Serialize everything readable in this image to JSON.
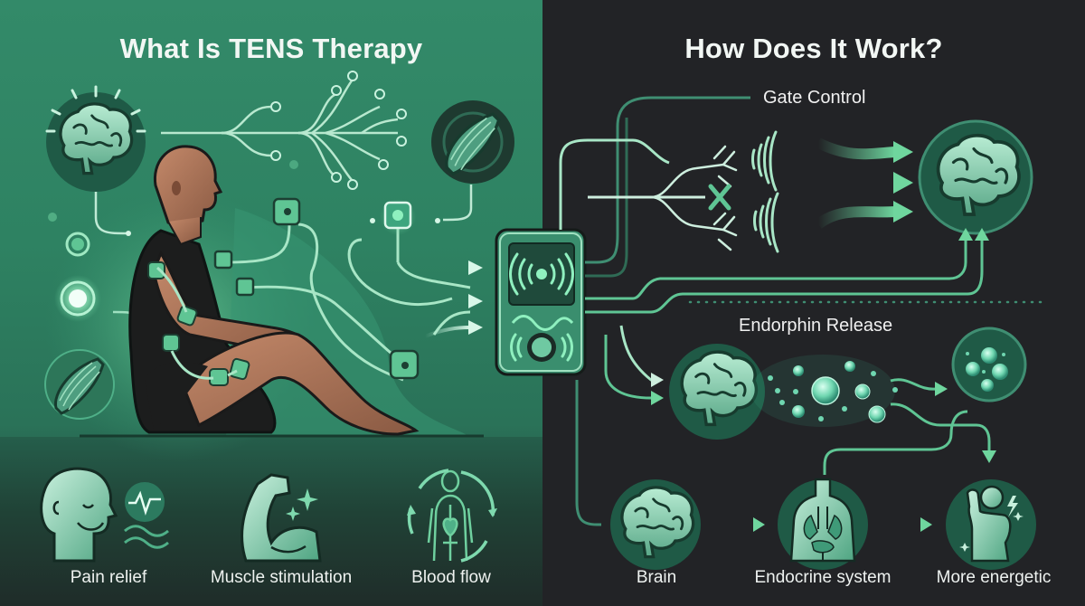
{
  "left": {
    "title": "What Is TENS Therapy",
    "benefits": [
      {
        "label": "Pain relief",
        "icon": "face-with-pulse-icon"
      },
      {
        "label": "Muscle stimulation",
        "icon": "flexed-bicep-icon"
      },
      {
        "label": "Blood flow",
        "icon": "circulation-body-icon"
      }
    ]
  },
  "right": {
    "title": "How Does It Work?",
    "sections": [
      {
        "label": "Gate Control"
      },
      {
        "label": "Endorphin Release"
      }
    ],
    "flow": [
      {
        "label": "Brain",
        "icon": "brain-icon"
      },
      {
        "label": "Endocrine system",
        "icon": "endocrine-torso-icon"
      },
      {
        "label": "More energetic",
        "icon": "energetic-person-icon"
      }
    ]
  },
  "colors": {
    "green_panel": "#2f8566",
    "dark_panel": "#222326",
    "accent": "#5fc594",
    "light_accent": "#a8e6c6",
    "icon_circle": "#2c6a53"
  }
}
